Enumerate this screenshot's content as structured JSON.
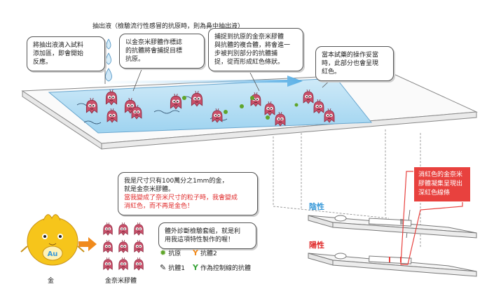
{
  "top_label": "抽出液（檢驗流行性感冒的抗原時，則為鼻中抽出液）",
  "bubbles": {
    "b1": [
      "將抽出液滴入試料",
      "添加區，即會開始",
      "反應。"
    ],
    "b2": [
      "以金奈米膠體作標誌",
      "的抗體將會捕捉目標",
      "抗原。"
    ],
    "b3": [
      "捕捉到抗原的金奈米膠體",
      "與抗體的複合體，將會進一",
      "步被判別部分的抗體捕",
      "捉，從而形成紅色條狀。"
    ],
    "b4": [
      "當本試藥的操作妥當",
      "時，此部分也會呈現",
      "紅色。"
    ],
    "b5_black": [
      "我是尺寸只有100萬分之1mm的金，",
      "就是金奈米膠體。"
    ],
    "b5_red": [
      "當我變成了奈米尺寸的粒子時，我會變成",
      "消紅色，而不再是金色！"
    ],
    "b6": [
      "體外診斷檢驗套組，就是利",
      "用我這項特性製作的喔！"
    ]
  },
  "red_box": [
    "消紅色的金奈米",
    "膠體凝集呈現出",
    "深紅色線條"
  ],
  "strip_labels": {
    "negative": "陰性",
    "positive": "陽性"
  },
  "legend": {
    "antigen": "抗原",
    "antibody2": "抗體2",
    "antibody1": "抗體1",
    "control_antibody": "作為控制線的抗體"
  },
  "captions": {
    "gold": "金",
    "colloid": "金奈米膠體",
    "au_text": "Au"
  },
  "colors": {
    "accent_blue": "#3a9ad9",
    "red_line": "#e8413e",
    "mascot_yellow": "#f6c51b",
    "arrow_orange": "#f08a1c",
    "antibody2_orange": "#f08a1c",
    "control_green": "#3aa53a",
    "antigen_green": "#5fa52a"
  }
}
